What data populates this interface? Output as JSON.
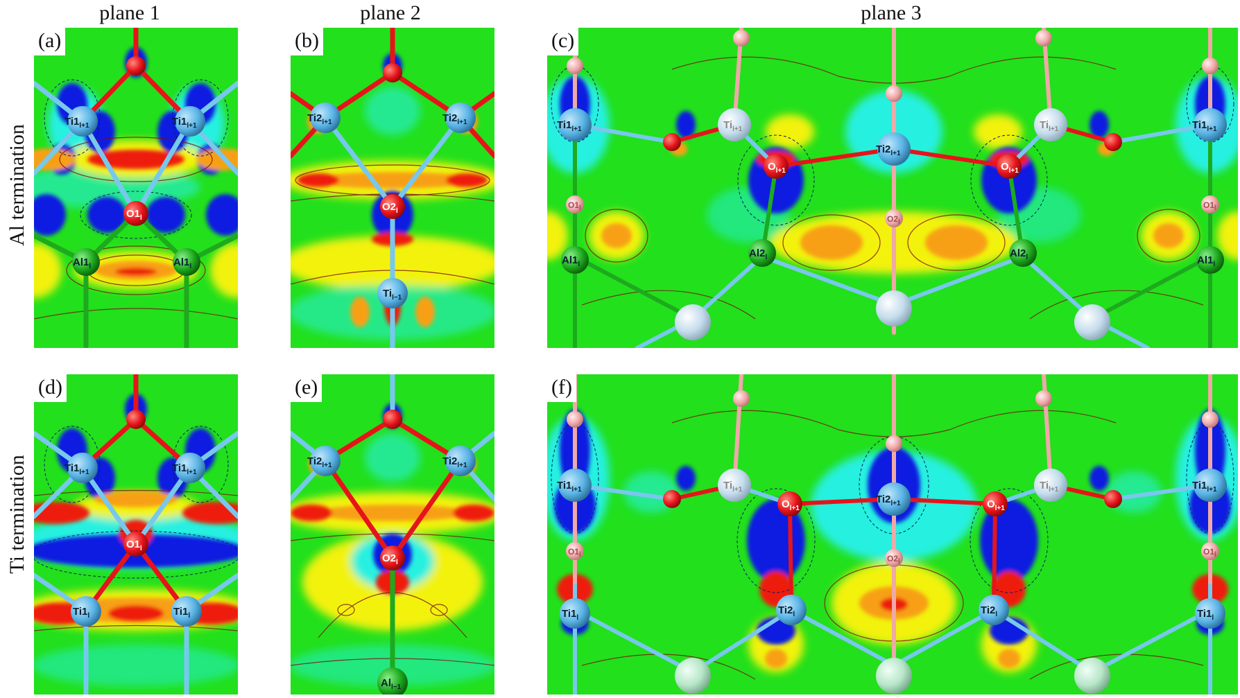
{
  "columns": {
    "plane1": "plane 1",
    "plane2": "plane 2",
    "plane3": "plane 3"
  },
  "rows": {
    "top": "Al termination",
    "bottom": "Ti termination"
  },
  "panels": {
    "a": {
      "label": "(a)",
      "atoms": {
        "ti_left": "Ti1",
        "ti_left_sub": "l+1",
        "ti_right": "Ti1",
        "ti_right_sub": "l+1",
        "o_center": "O1",
        "o_center_sub": "l",
        "al_left": "Al1",
        "al_left_sub": "l",
        "al_right": "Al1",
        "al_right_sub": "l"
      }
    },
    "b": {
      "label": "(b)",
      "atoms": {
        "ti_left": "Ti2",
        "ti_left_sub": "l+1",
        "ti_right": "Ti2",
        "ti_right_sub": "l+1",
        "o_center": "O2",
        "o_center_sub": "l",
        "ti_bottom": "Ti",
        "ti_bottom_sub": "l−1"
      }
    },
    "c": {
      "label": "(c)",
      "atoms": {
        "ti1_left": "Ti1",
        "ti1_left_sub": "l+1",
        "ti_a": "Ti",
        "ti_a_sub": "l+1",
        "o_a": "O",
        "o_a_sub": "l+1",
        "ti2_center": "Ti2",
        "ti2_center_sub": "l+1",
        "o_b": "O",
        "o_b_sub": "l+1",
        "ti_b": "Ti",
        "ti_b_sub": "l+1",
        "ti1_right": "Ti1",
        "ti1_right_sub": "l+1",
        "o1_left": "O1",
        "o1_left_sub": "l",
        "o2_center": "O2",
        "o2_center_sub": "l",
        "o1_right": "O1",
        "o1_right_sub": "l",
        "al1_left": "Al1",
        "al1_left_sub": "l",
        "al2_a": "Al2",
        "al2_a_sub": "l",
        "al2_b": "Al2",
        "al2_b_sub": "l",
        "al1_right": "Al1",
        "al1_right_sub": "l"
      }
    },
    "d": {
      "label": "(d)",
      "atoms": {
        "ti_left": "Ti1",
        "ti_left_sub": "l+1",
        "ti_right": "Ti1",
        "ti_right_sub": "l+1",
        "o_center": "O1",
        "o_center_sub": "l",
        "tib_left": "Ti1",
        "tib_left_sub": "l",
        "tib_right": "Ti1",
        "tib_right_sub": "l"
      }
    },
    "e": {
      "label": "(e)",
      "atoms": {
        "ti_left": "Ti2",
        "ti_left_sub": "l+1",
        "ti_right": "Ti2",
        "ti_right_sub": "l+1",
        "o_center": "O2",
        "o_center_sub": "l",
        "al_bottom": "Al",
        "al_bottom_sub": "l−1"
      }
    },
    "f": {
      "label": "(f)",
      "atoms": {
        "ti1_left": "Ti1",
        "ti1_left_sub": "l+1",
        "ti_a": "Ti",
        "ti_a_sub": "l+1",
        "o_a": "O",
        "o_a_sub": "l+1",
        "ti2_center": "Ti2",
        "ti2_center_sub": "l+1",
        "o_b": "O",
        "o_b_sub": "l+1",
        "ti_b": "Ti",
        "ti_b_sub": "l+1",
        "ti1_right": "Ti1",
        "ti1_right_sub": "l+1",
        "o1_left": "O1",
        "o1_left_sub": "l",
        "o2_center": "O2",
        "o2_center_sub": "l",
        "o1_right": "O1",
        "o1_right_sub": "l",
        "ti1b_left": "Ti1",
        "ti1b_left_sub": "l",
        "ti2_a": "Ti2",
        "ti2_a_sub": "l",
        "ti2_b": "Ti2",
        "ti2_b_sub": "l",
        "ti1b_right": "Ti1",
        "ti1b_right_sub": "l"
      }
    }
  },
  "colors": {
    "background_green": "#22e01c",
    "deficit_blue": "#0a1ee0",
    "excess_red": "#ee1c10",
    "excess_yellow": "#f2f20a",
    "excess_orange": "#f7a014",
    "cyan": "#25f0e0",
    "ti_atom": "#5ab4e6",
    "ti_light_atom": "#c4dcec",
    "o_atom": "#e6141a",
    "o_pink_atom": "#f0a8a8",
    "al_atom": "#1eaa1e",
    "al_light_atom": "#b6e6c8",
    "bond_ti": "#78c8ec",
    "bond_o": "#e6141a"
  }
}
